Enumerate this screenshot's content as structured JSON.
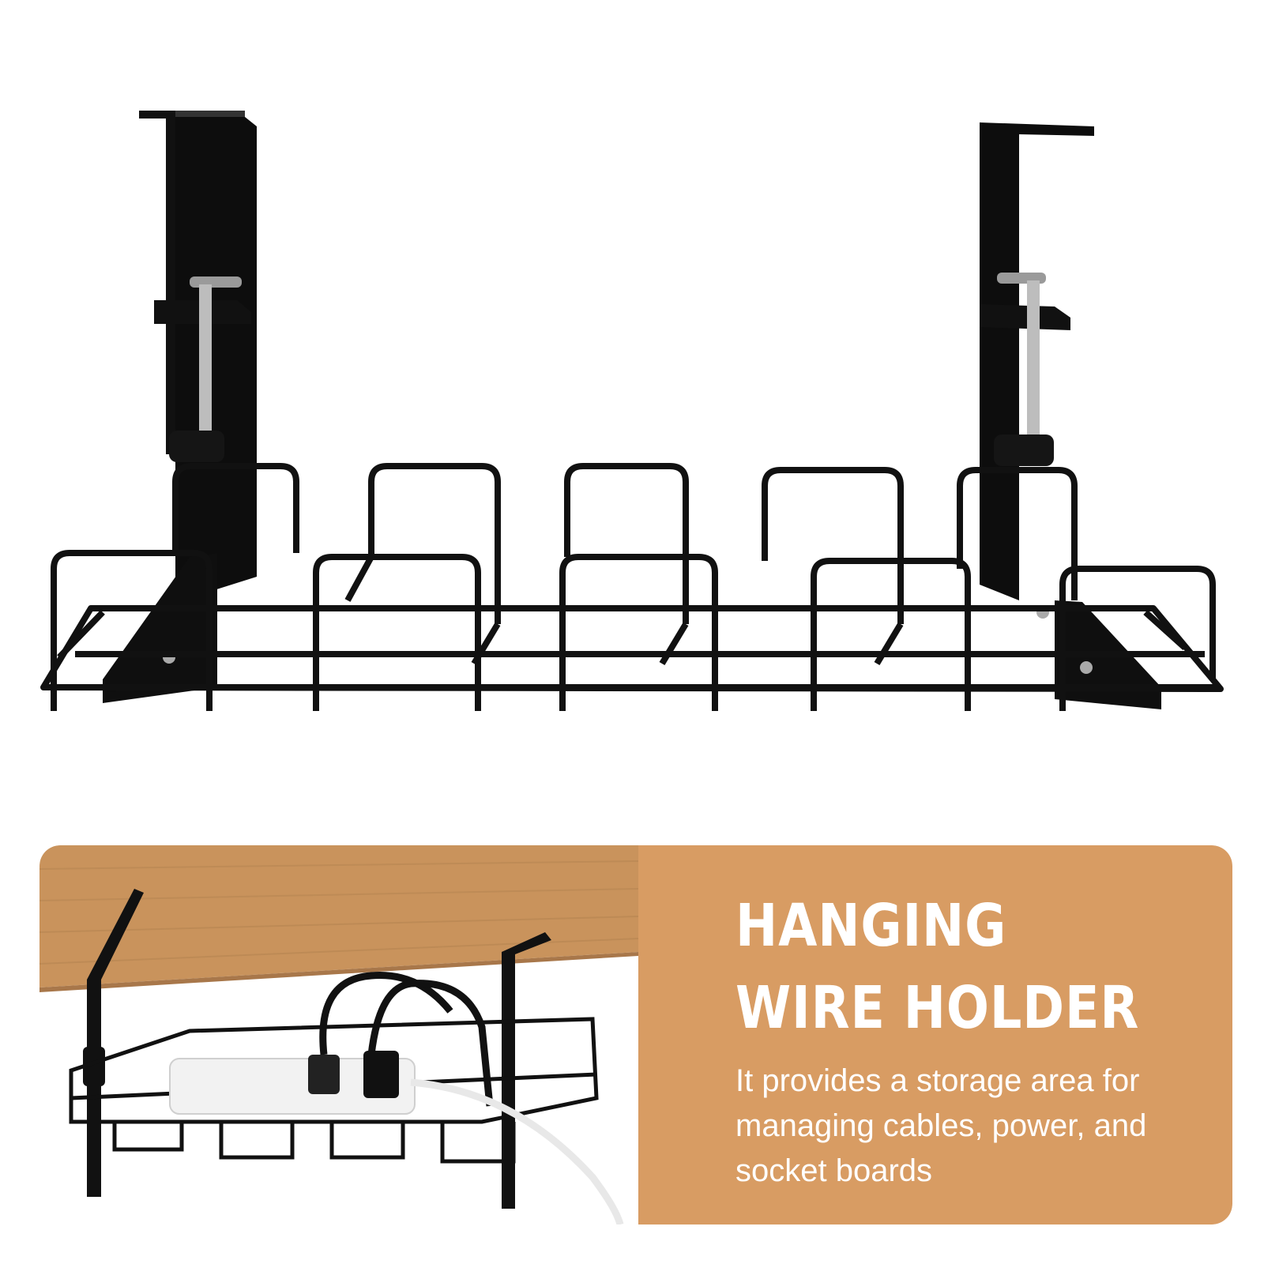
{
  "product": {
    "name": "cable-management-tray",
    "hero_icon": "wire-basket-with-clamps"
  },
  "banner": {
    "headline_line1": "HANGING",
    "headline_line2": "WIRE HOLDER",
    "description_line1": "It provides a storage area for",
    "description_line2": "managing cables, power, and",
    "description_line3": "socket boards",
    "accent_color": "#d89c63",
    "wood_color": "#c9935c"
  }
}
